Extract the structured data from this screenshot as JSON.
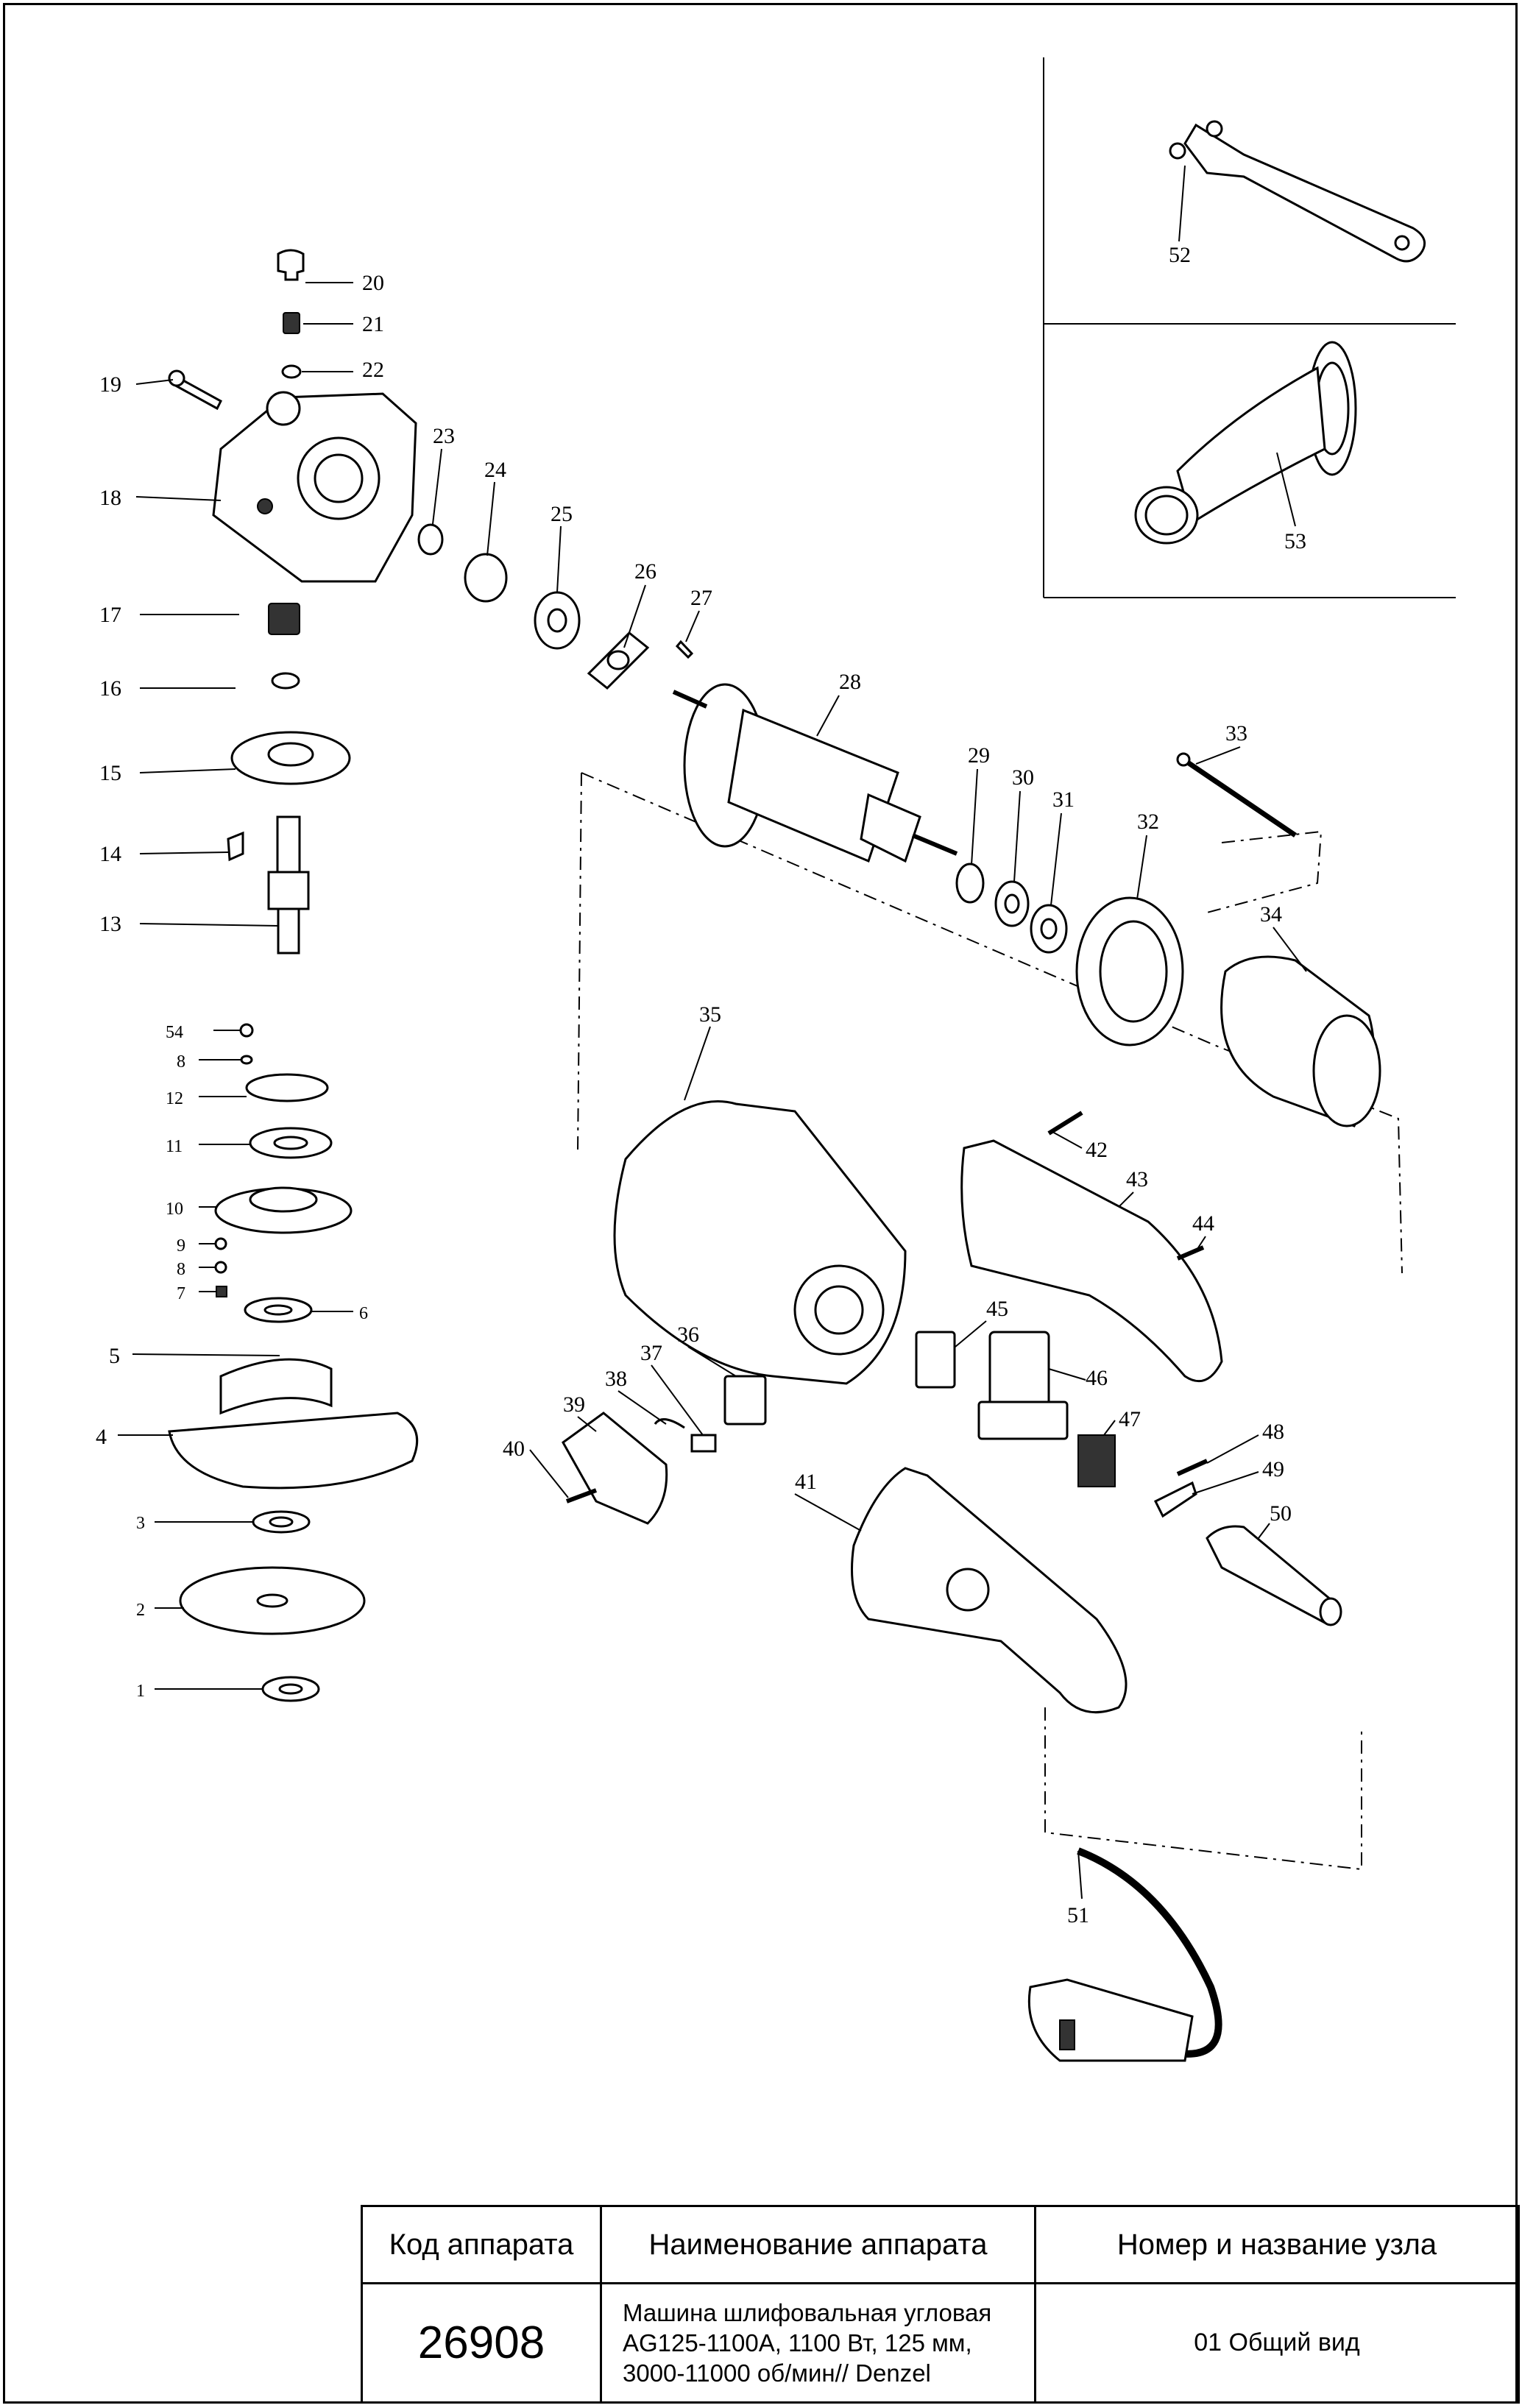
{
  "parts": {
    "labels": [
      "1",
      "2",
      "3",
      "4",
      "5",
      "6",
      "7",
      "8",
      "9",
      "10",
      "11",
      "12",
      "13",
      "14",
      "15",
      "16",
      "17",
      "18",
      "19",
      "20",
      "21",
      "22",
      "23",
      "24",
      "25",
      "26",
      "27",
      "28",
      "29",
      "30",
      "31",
      "32",
      "33",
      "34",
      "35",
      "36",
      "37",
      "38",
      "39",
      "40",
      "41",
      "42",
      "43",
      "44",
      "45",
      "46",
      "47",
      "48",
      "49",
      "50",
      "51",
      "52",
      "53",
      "54"
    ],
    "extra_label_8": "8"
  },
  "title_block": {
    "headers": {
      "code": "Код аппарата",
      "name": "Наименование аппарата",
      "unit": "Номер и название узла"
    },
    "code": "26908",
    "name_lines": [
      "Машина шлифовальная угловая",
      "AG125-1100A, 1100 Вт, 125 мм,",
      "3000-11000 об/мин// Denzel"
    ],
    "unit": "01 Общий вид"
  }
}
